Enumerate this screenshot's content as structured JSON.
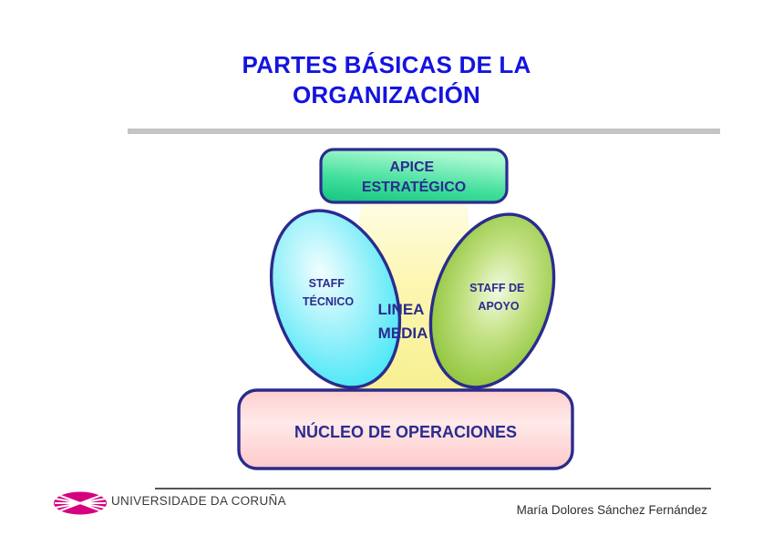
{
  "slide": {
    "title": "PARTES BÁSICAS DE LA\nORGANIZACIÓN",
    "title_color": "#1414E0",
    "background_color": "#FFFFFF"
  },
  "diagram": {
    "type": "mintzberg-organization-parts",
    "outline_color": "#2B2B8E",
    "nodes": [
      {
        "id": "apex",
        "label": "APICE\nESTRATÉGICO",
        "shape": "rounded-rectangle",
        "fill_from": "#1FC98A",
        "fill_to": "#8CF5C2",
        "position": "top-center"
      },
      {
        "id": "middle-line",
        "label": "LINEA\nMEDIA",
        "shape": "hourglass",
        "fill_from": "#FFFDE7",
        "fill_to": "#FAF39A",
        "position": "center"
      },
      {
        "id": "technostructure",
        "label": "STAFF\nTÉCNICO",
        "shape": "tilted-ellipse",
        "fill_from": "#EAFEFF",
        "fill_to": "#3BE7F5",
        "position": "left"
      },
      {
        "id": "support-staff",
        "label": "STAFF DE\nAPOYO",
        "shape": "tilted-ellipse",
        "fill_from": "#EAF7D2",
        "fill_to": "#7FBD1F",
        "position": "right"
      },
      {
        "id": "operating-core",
        "label": "NÚCLEO DE OPERACIONES",
        "shape": "rounded-rectangle",
        "fill_from": "#FFD3D3",
        "fill_to": "#FFEDED",
        "position": "bottom"
      }
    ]
  },
  "footer": {
    "logo_name": "universidade-da-coruna-logo",
    "logo_color": "#D6007F",
    "institution": "UNIVERSIDADE DA CORUÑA",
    "author": "María Dolores Sánchez Fernández"
  }
}
